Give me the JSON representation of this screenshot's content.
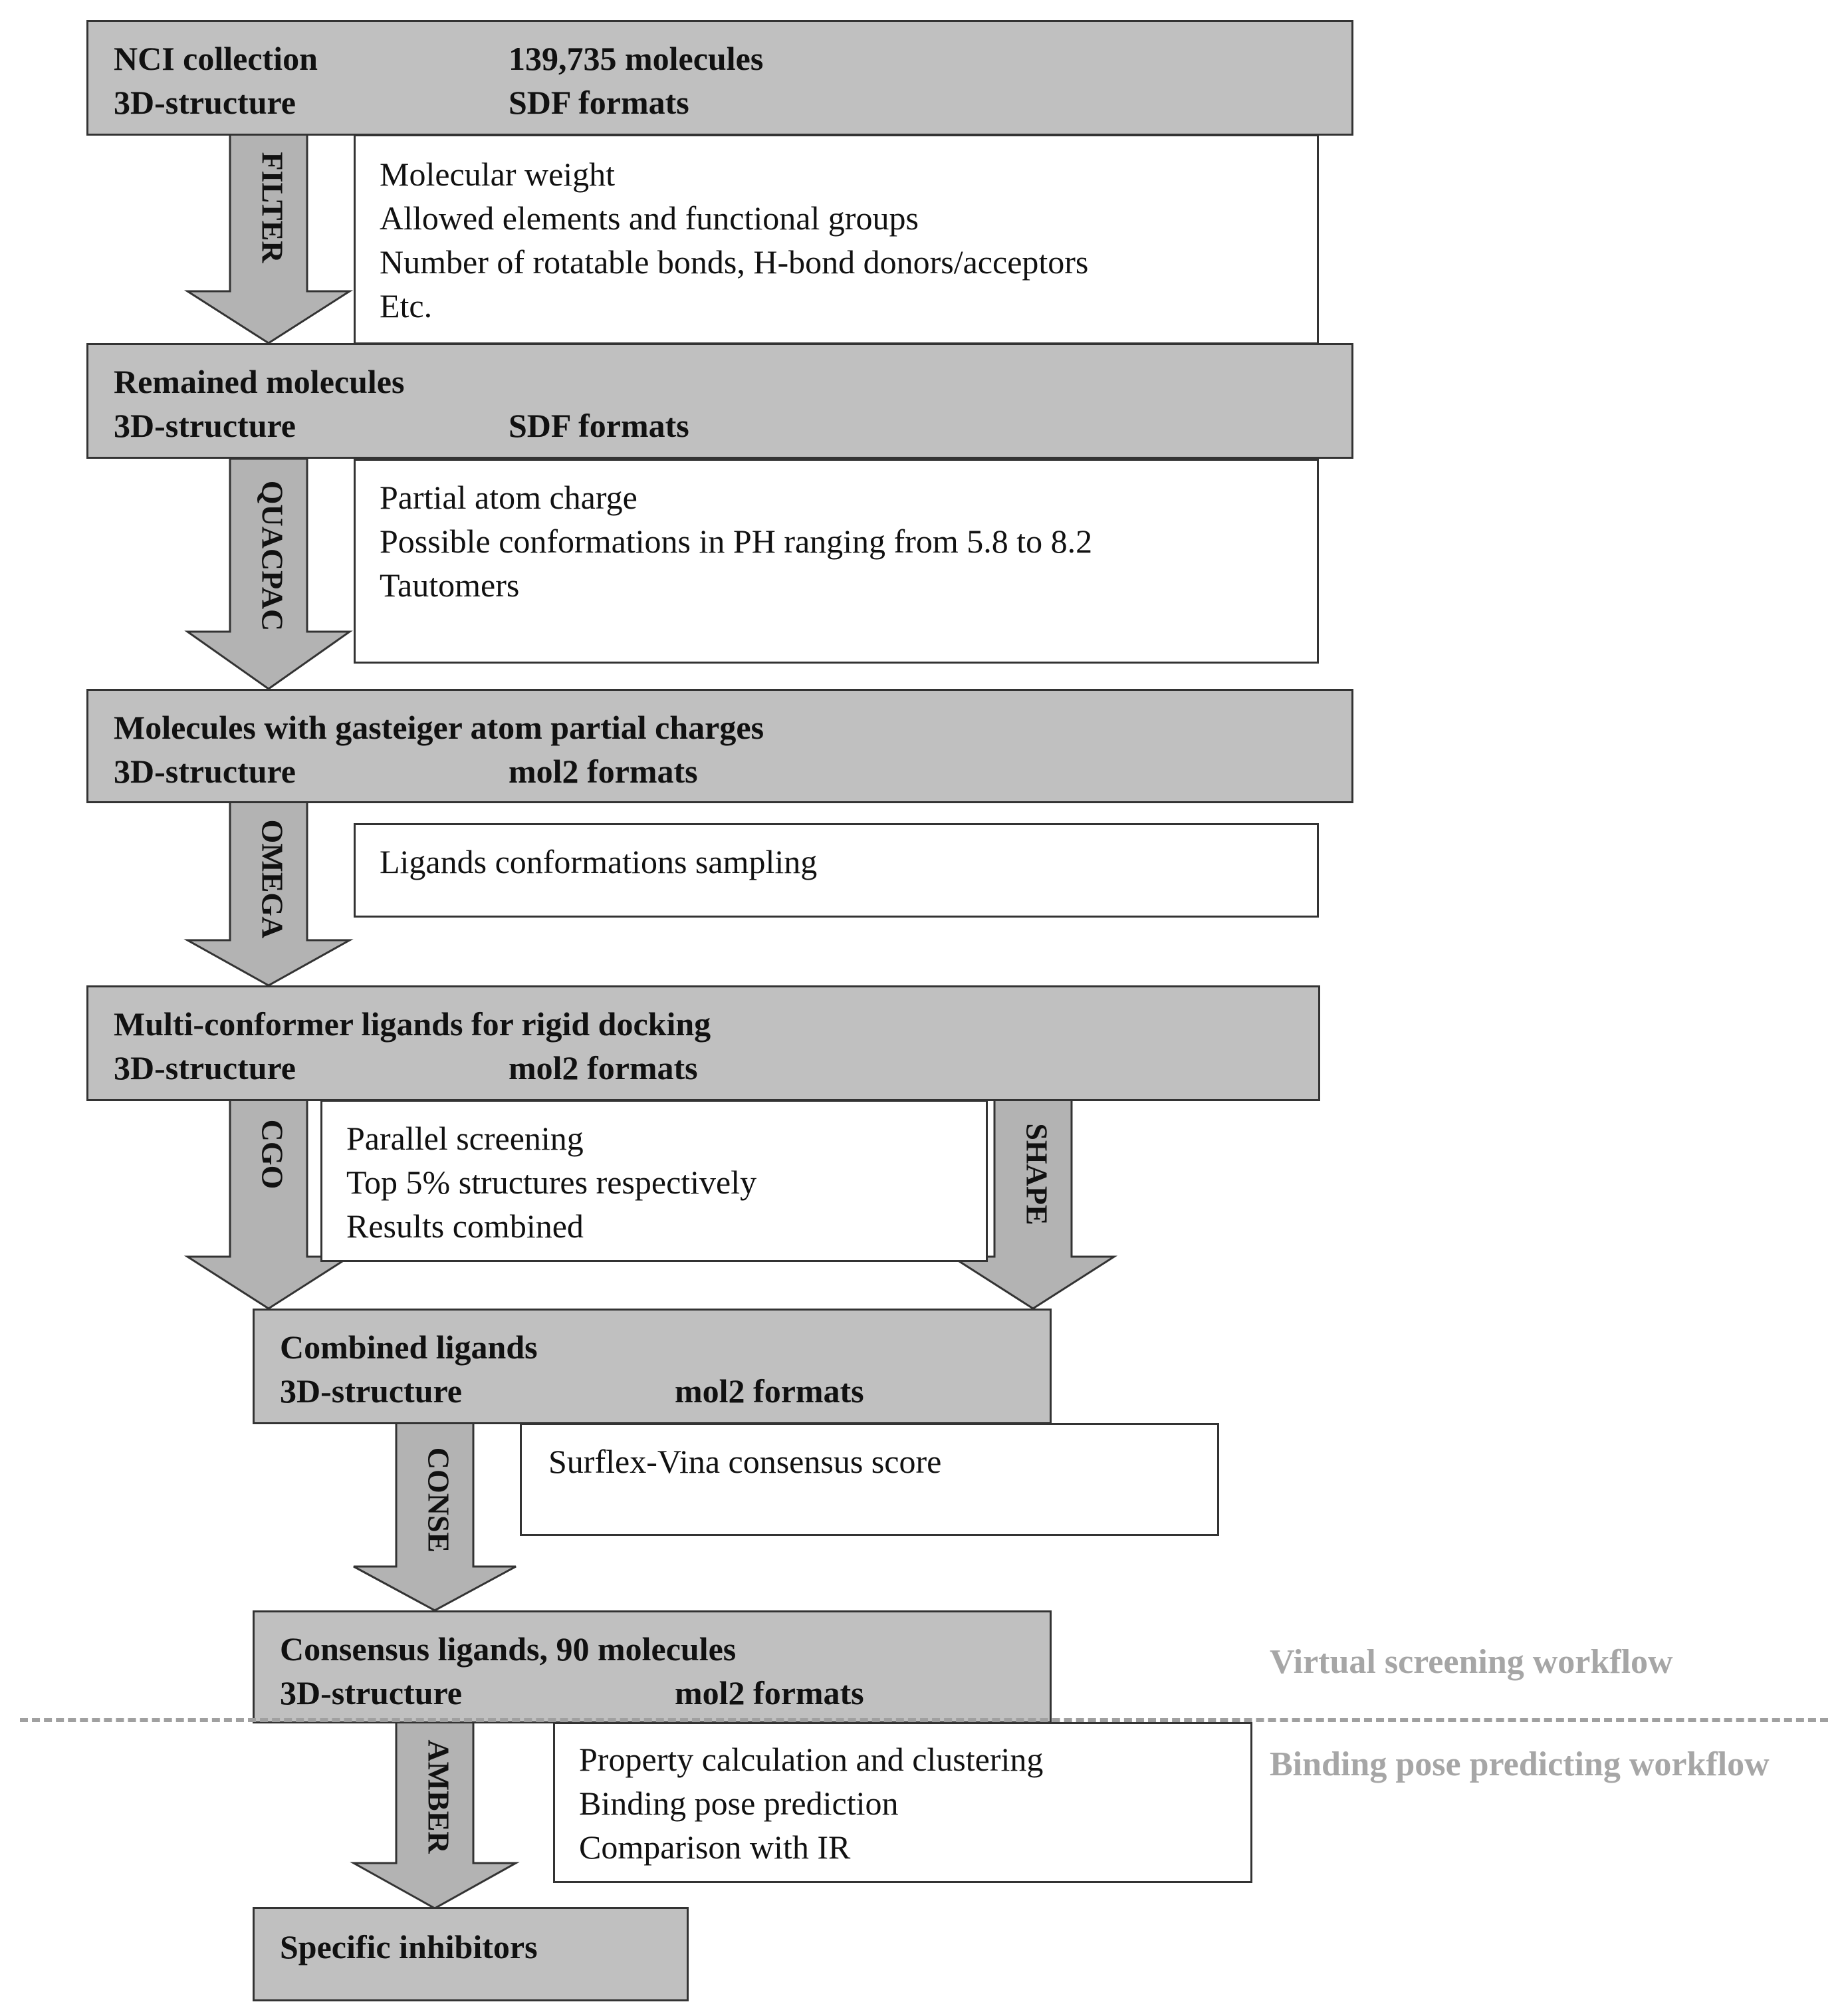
{
  "stages": {
    "nci": {
      "line1_a": "NCI collection",
      "line1_b": "139,735 molecules",
      "line2_a": "3D-structure",
      "line2_b": "SDF formats"
    },
    "remained": {
      "line1_a": "Remained molecules",
      "line2_a": "3D-structure",
      "line2_b": "SDF formats"
    },
    "gasteiger": {
      "line1_a": "Molecules with gasteiger atom partial charges",
      "line2_a": "3D-structure",
      "line2_b": "mol2 formats"
    },
    "multiconf": {
      "line1_a": "Multi-conformer ligands for rigid docking",
      "line2_a": "3D-structure",
      "line2_b": "mol2 formats"
    },
    "combined": {
      "line1_a": "Combined ligands",
      "line2_a": "3D-structure",
      "line2_b": "mol2 formats"
    },
    "consensus": {
      "line1_a": "Consensus ligands, 90 molecules",
      "line2_a": "3D-structure",
      "line2_b": "mol2 formats"
    },
    "inhibitors": {
      "line1_a": "Specific inhibitors"
    }
  },
  "notes": {
    "filter": [
      "Molecular weight",
      "Allowed elements and functional groups",
      "Number of rotatable bonds, H-bond donors/acceptors",
      "Etc."
    ],
    "quacpac": [
      "Partial atom charge",
      "Possible conformations in PH ranging from 5.8 to 8.2",
      "Tautomers"
    ],
    "omega": [
      "Ligands conformations sampling"
    ],
    "screening": [
      "Parallel screening",
      "Top 5% structures respectively",
      "Results combined"
    ],
    "conse": [
      "Surflex-Vina consensus score"
    ],
    "amber": [
      "Property calculation and clustering",
      "Binding pose prediction",
      "Comparison with IR"
    ]
  },
  "arrows": {
    "filter": "FILTER",
    "quacpac": "QUACPAC",
    "omega": "OMEGA",
    "cgo": "CGO",
    "shape": "SHAPE",
    "conse": "CONSE",
    "amber": "AMBER"
  },
  "regions": {
    "virtual_screening": "Virtual screening workflow",
    "binding_pose": "Binding pose predicting workflow"
  },
  "colors": {
    "stage_fill": "#c0c0c0",
    "note_fill": "#ffffff",
    "arrow_fill": "#b3b3b3",
    "outline": "#333333",
    "region_text": "#a6a6a6",
    "divider": "#a0a0a0"
  }
}
